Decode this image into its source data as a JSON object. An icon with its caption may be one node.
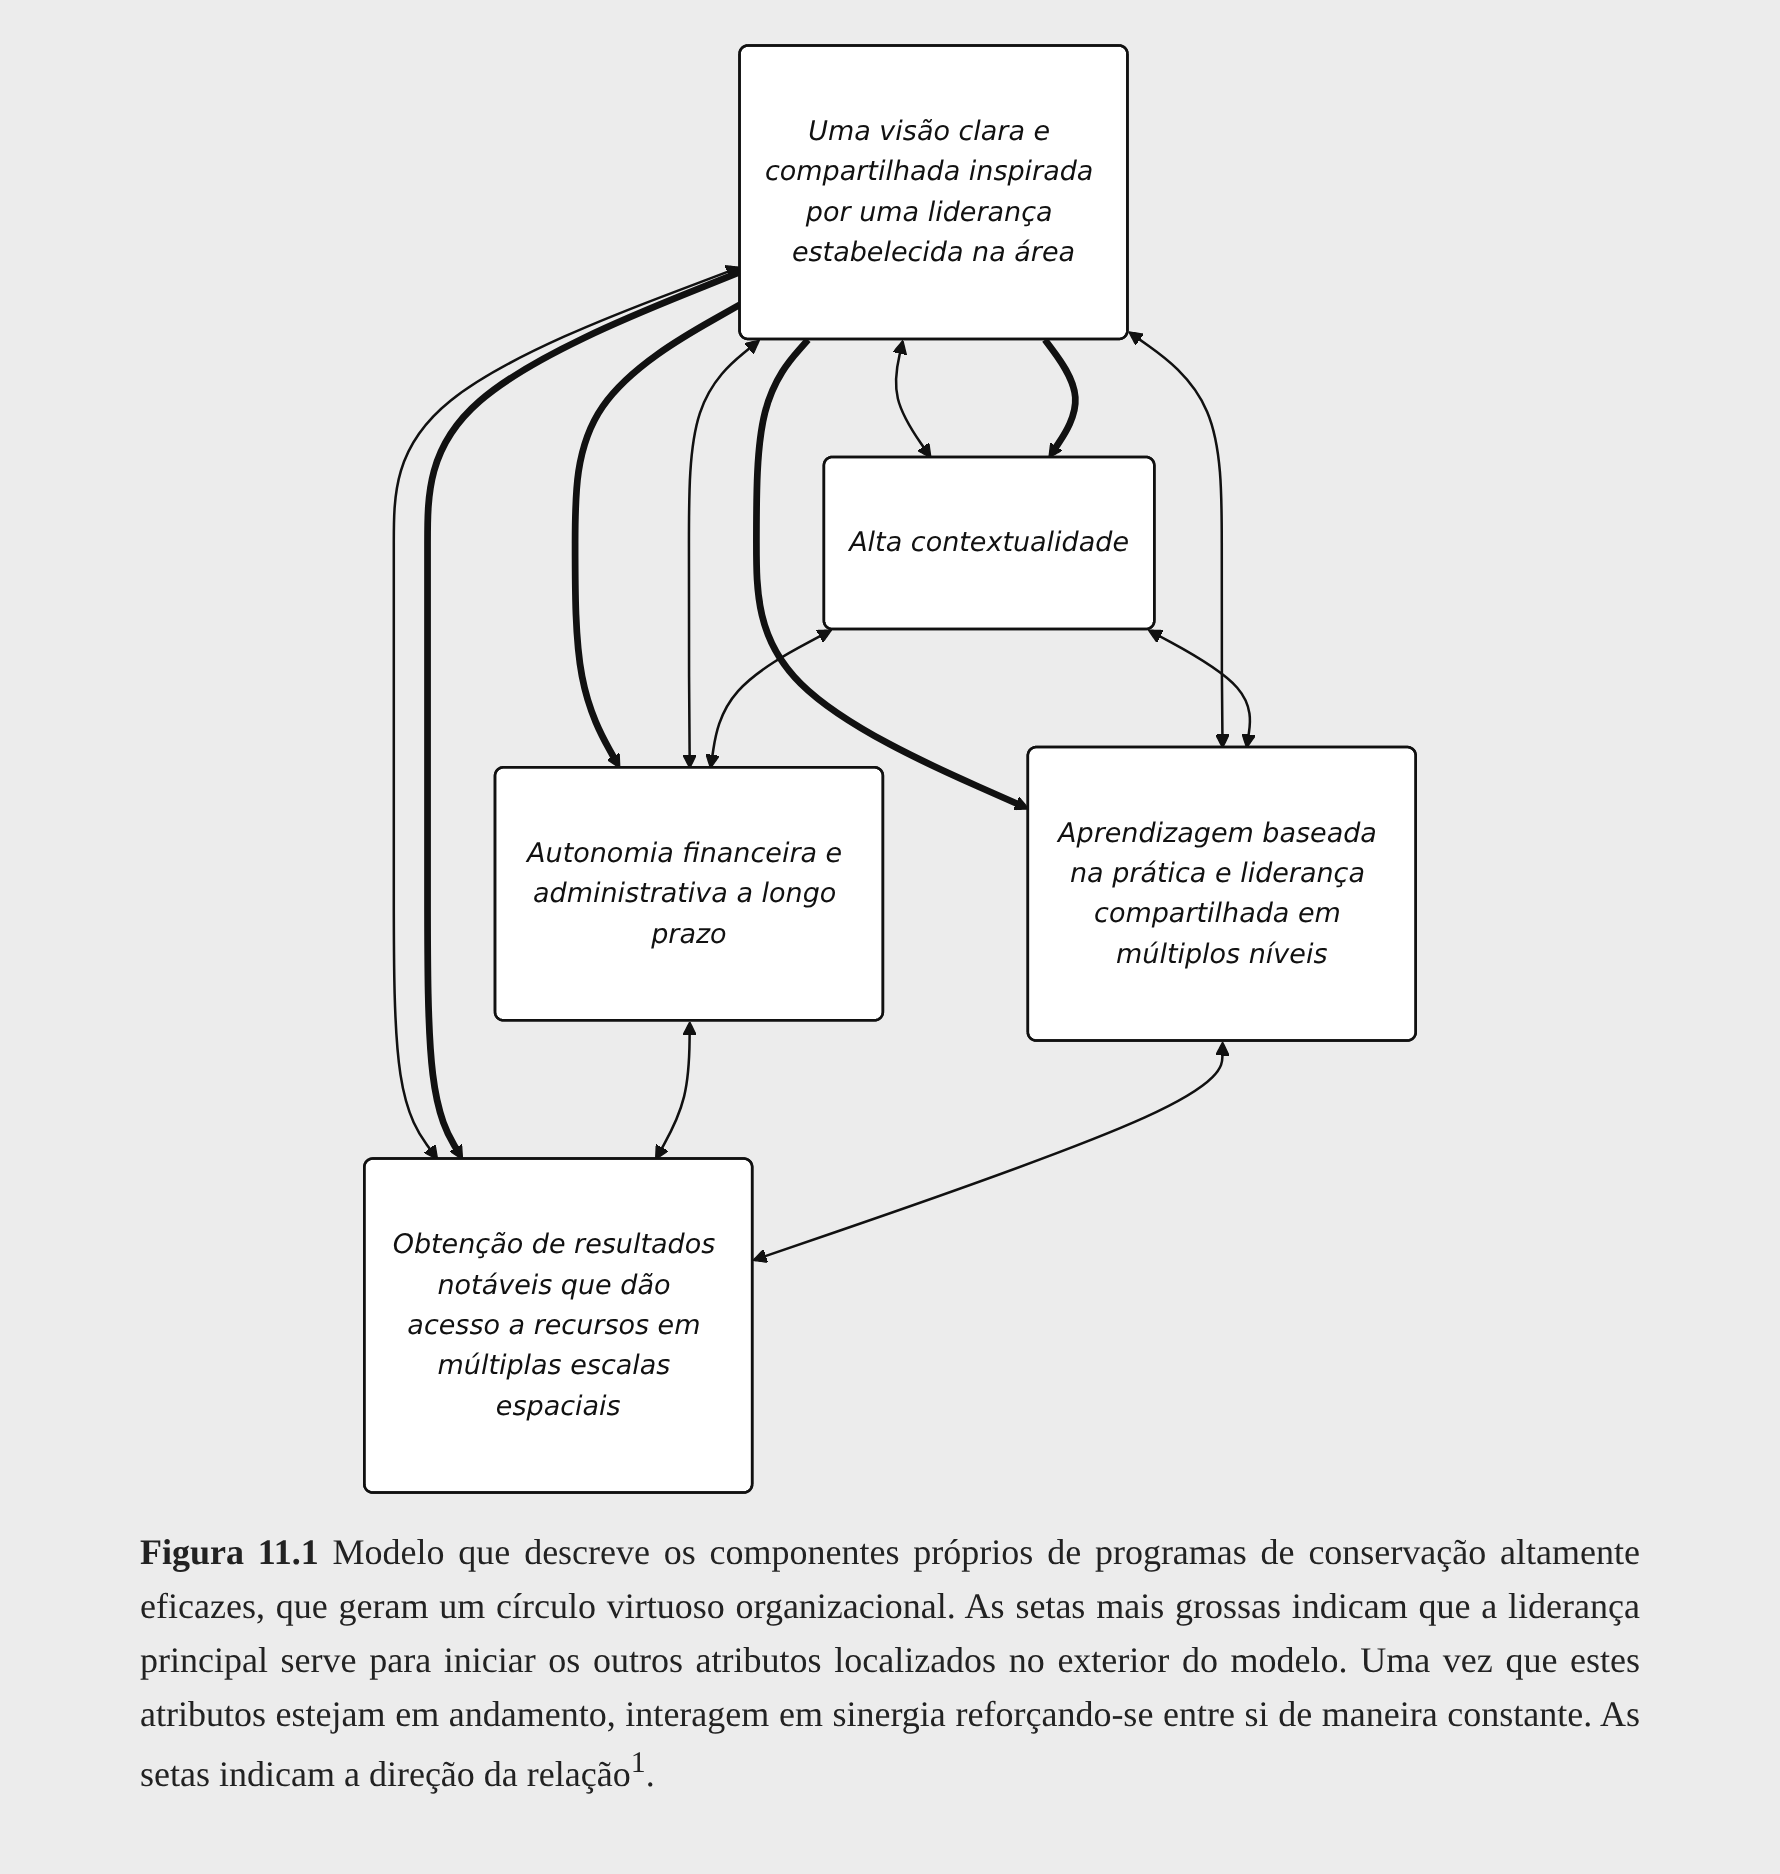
{
  "diagram": {
    "caption": "**Figura 11.1** Modelo que descreve os componentes próprios de programas de conservação altamente eficazes, que geram um círculo virtuoso organizacional. As setas mais grossas indicam que a liderança principal serve para iniciar os outros atributos localizados no exterior do modelo. Uma vez que estes atributos estejam em andamento, interagem em sinergia reforçando-se entre si de maneira constante. As setas indicam a direção da relação$^{1}$.",
    "nodes": [
      {
        "text": [
          "Alta contextualidade"
        ]
      },
      {
        "text": [
          "Autonomia financeira e administrativa a longo prazo"
        ]
      },
      {
        "text": [
          "Uma visão clara e compartilhada inspirada por uma liderança estabelecida na área"
        ]
      },
      {
        "text": [
          "Aprendizagem baseada na prática e liderança compartilhada em múltiplos níveis"
        ]
      },
      {
        "text": [
          "Obtenção de resultados notáveis que dão acesso a recursos em múltiplas escalas espaciais"
        ]
      }
    ],
    "edges": [
      {
        "from": 2,
        "to": 0,
        "arrow": "both"
      },
      {
        "from": 2,
        "to": 0,
        "arrow": "to",
        "style": "thick"
      },
      {
        "from": 2,
        "to": 1,
        "arrow": "to",
        "style": "thick"
      },
      {
        "from": 2,
        "to": 1,
        "arrow": "both"
      },
      {
        "from": 2,
        "to": 3,
        "arrow": "to",
        "style": "thick"
      },
      {
        "from": 2,
        "to": 3,
        "arrow": "both"
      },
      {
        "from": 2,
        "to": 4,
        "arrow": "both"
      },
      {
        "from": 2,
        "to": 4,
        "arrow": "to",
        "style": "thick"
      },
      {
        "from": 0,
        "to": 1,
        "arrow": "both"
      },
      {
        "from": 0,
        "to": 3,
        "arrow": "both"
      },
      {
        "from": 1,
        "to": 4,
        "arrow": "both"
      },
      {
        "from": 3,
        "to": 4,
        "arrow": "both"
      }
    ]
  }
}
